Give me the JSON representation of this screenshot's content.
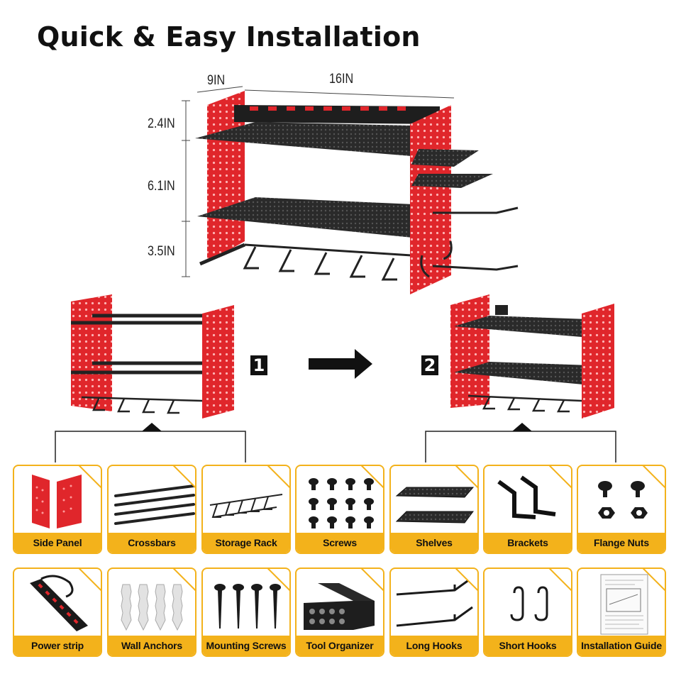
{
  "title": "Quick & Easy Installation",
  "dimensions": {
    "depth": "9IN",
    "width": "16IN",
    "height_top": "2.4IN",
    "height_mid": "6.1IN",
    "height_bottom": "3.5IN"
  },
  "steps": {
    "one": "1",
    "two": "2"
  },
  "colors": {
    "accent": "#f3b21b",
    "frame_red": "#e0262b",
    "metal_black": "#222222"
  },
  "parts_row1": [
    {
      "label": "Side Panel",
      "icon": "side-panel-icon"
    },
    {
      "label": "Crossbars",
      "icon": "crossbars-icon"
    },
    {
      "label": "Storage Rack",
      "icon": "storage-rack-icon"
    },
    {
      "label": "Screws",
      "icon": "screws-icon"
    },
    {
      "label": "Shelves",
      "icon": "shelves-icon"
    },
    {
      "label": "Brackets",
      "icon": "brackets-icon"
    },
    {
      "label": "Flange Nuts",
      "icon": "flange-nuts-icon"
    }
  ],
  "parts_row2": [
    {
      "label": "Power strip",
      "icon": "power-strip-icon"
    },
    {
      "label": "Wall Anchors",
      "icon": "wall-anchors-icon"
    },
    {
      "label": "Mounting Screws",
      "icon": "mounting-screws-icon"
    },
    {
      "label": "Tool Organizer",
      "icon": "tool-organizer-icon"
    },
    {
      "label": "Long Hooks",
      "icon": "long-hooks-icon"
    },
    {
      "label": "Short Hooks",
      "icon": "short-hooks-icon"
    },
    {
      "label": "Installation Guide",
      "icon": "installation-guide-icon"
    }
  ]
}
